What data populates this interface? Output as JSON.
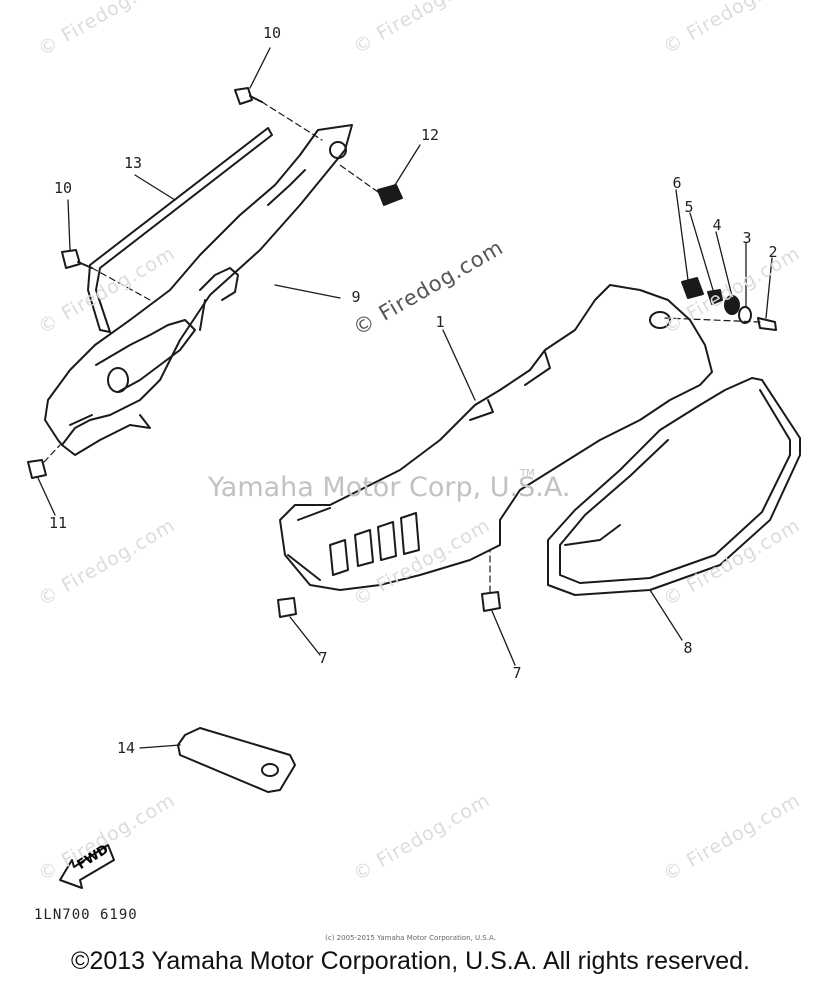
{
  "callouts": [
    {
      "label": "10"
    },
    {
      "label": "12"
    },
    {
      "label": "13"
    },
    {
      "label": "10"
    },
    {
      "label": "9"
    },
    {
      "label": "6"
    },
    {
      "label": "5"
    },
    {
      "label": "4"
    },
    {
      "label": "3"
    },
    {
      "label": "2"
    },
    {
      "label": "1"
    },
    {
      "label": "11"
    },
    {
      "label": "7"
    },
    {
      "label": "7"
    },
    {
      "label": "8"
    },
    {
      "label": "14"
    }
  ],
  "watermark": {
    "site": "© Firedog.com",
    "brand": "Yamaha Motor Corp, U.S.A.",
    "tm": "TM"
  },
  "fwd_label": "FWD",
  "diagram_code": "1LN700  6190",
  "small_copyright": "(c) 2005-2015 Yamaha Motor Corporation, U.S.A.",
  "footer_copyright": "©2013 Yamaha Motor Corporation, U.S.A. All rights reserved.",
  "colors": {
    "ink": "#1a1a1a",
    "watermark": "#c8c8c8"
  }
}
